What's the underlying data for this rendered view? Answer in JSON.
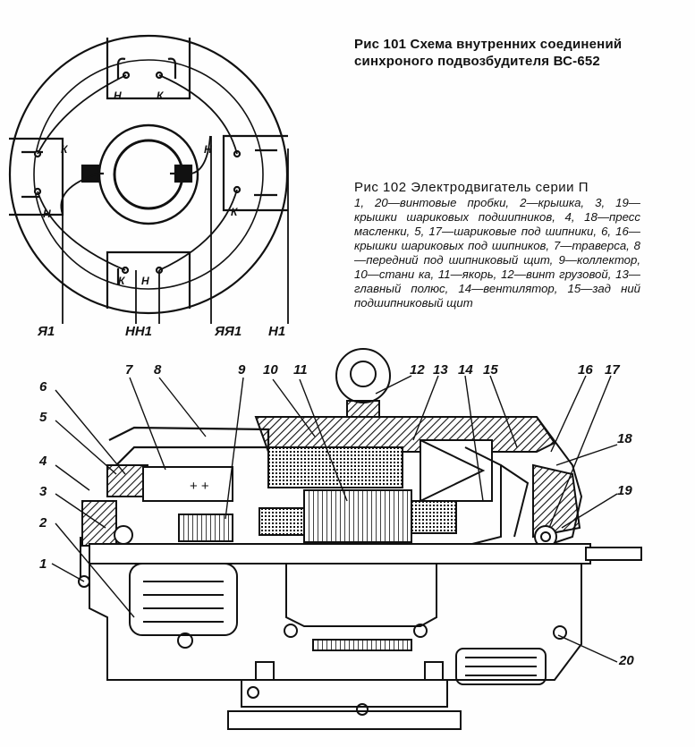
{
  "fig101": {
    "caption_line1": "Рис 101 Схема внутренних соединений",
    "caption_line2": "синхроного подвозбудителя ВС-652",
    "terminals": [
      "Я1",
      "НН1",
      "ЯЯ1",
      "Н1"
    ],
    "coil_labels": {
      "top_left": "Н",
      "top_right": "К",
      "left_top": "К",
      "left_bottom": "Н",
      "right_top": "Н",
      "right_bottom": "К",
      "bottom_left": "К",
      "bottom_right": "Н"
    }
  },
  "fig102": {
    "caption_head": "Рис 102 Электродвигатель серии П",
    "caption_body": "1, 20—винтовые пробки, 2—крышка, 3, 19—крышки шариковых подшипников, 4, 18—пресс масленки, 5, 17—шариковые под шипники, 6, 16—крышки шариковых под шипников, 7—траверса, 8—передний под шипниковый щит, 9—коллектор, 10—стани ка, 11—якорь, 12—винт грузовой, 13—главный полюс, 14—вентилятор, 15—зад ний подшипниковый щит",
    "callouts": [
      "1",
      "2",
      "3",
      "4",
      "5",
      "6",
      "7",
      "8",
      "9",
      "10",
      "11",
      "12",
      "13",
      "14",
      "15",
      "16",
      "17",
      "18",
      "19",
      "20"
    ]
  }
}
